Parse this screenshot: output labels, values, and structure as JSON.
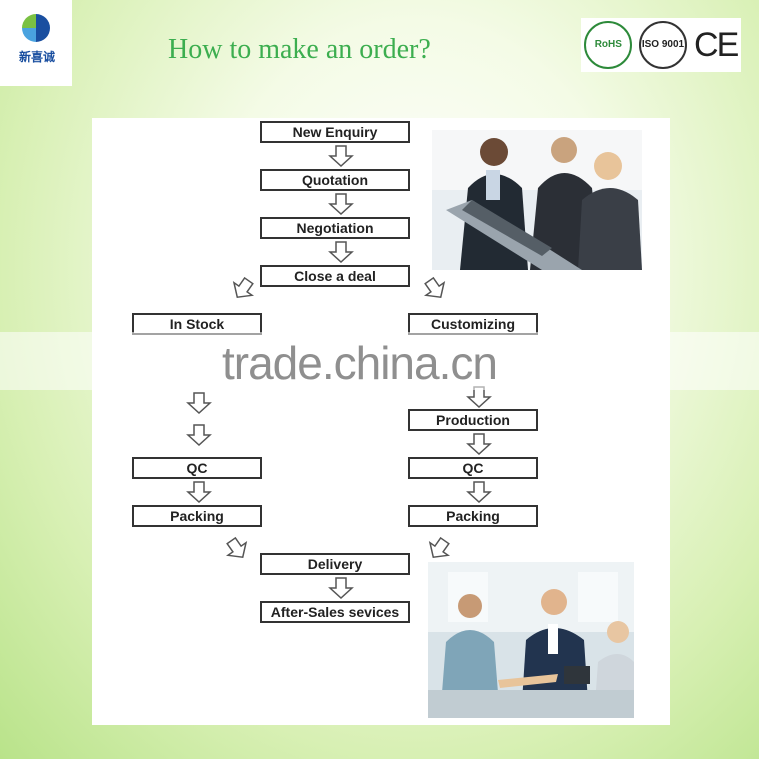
{
  "header": {
    "logo_text": "新喜诚",
    "title": "How to make an order?"
  },
  "certifications": {
    "rohs": "RoHS",
    "iso": "ISO 9001",
    "ce": "CE"
  },
  "flow": {
    "new_enquiry": "New Enquiry",
    "quotation": "Quotation",
    "negotiation": "Negotiation",
    "close_deal": "Close a deal",
    "in_stock": "In Stock",
    "customizing": "Customizing",
    "production": "Production",
    "qc_left": "QC",
    "qc_right": "QC",
    "packing_left": "Packing",
    "packing_right": "Packing",
    "delivery": "Delivery",
    "after_sales": "After-Sales sevices"
  },
  "watermark": "trade.china.cn"
}
